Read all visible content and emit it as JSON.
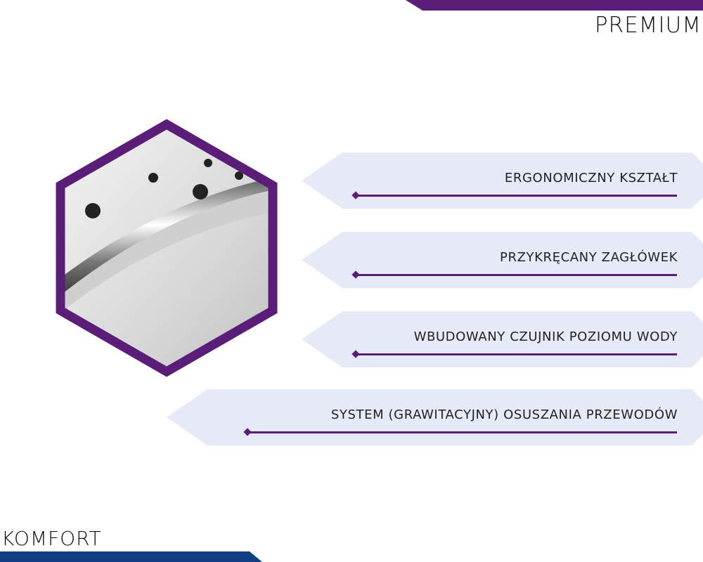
{
  "header": {
    "title": "PREMIUM"
  },
  "footer": {
    "title": "KOMFORT"
  },
  "features": [
    {
      "label": "ERGONOMICZNY KSZTAŁT"
    },
    {
      "label": "PRZYKRĘCANY ZAGŁÓWEK"
    },
    {
      "label": "WBUDOWANY CZUJNIK POZIOMU WODY"
    },
    {
      "label": "SYSTEM (GRAWITACYJNY) OSUSZANIA PRZEWODÓW"
    }
  ],
  "colors": {
    "accent": "#5b1e78",
    "secondary": "#123f84",
    "banner": "#e6e9f6"
  }
}
